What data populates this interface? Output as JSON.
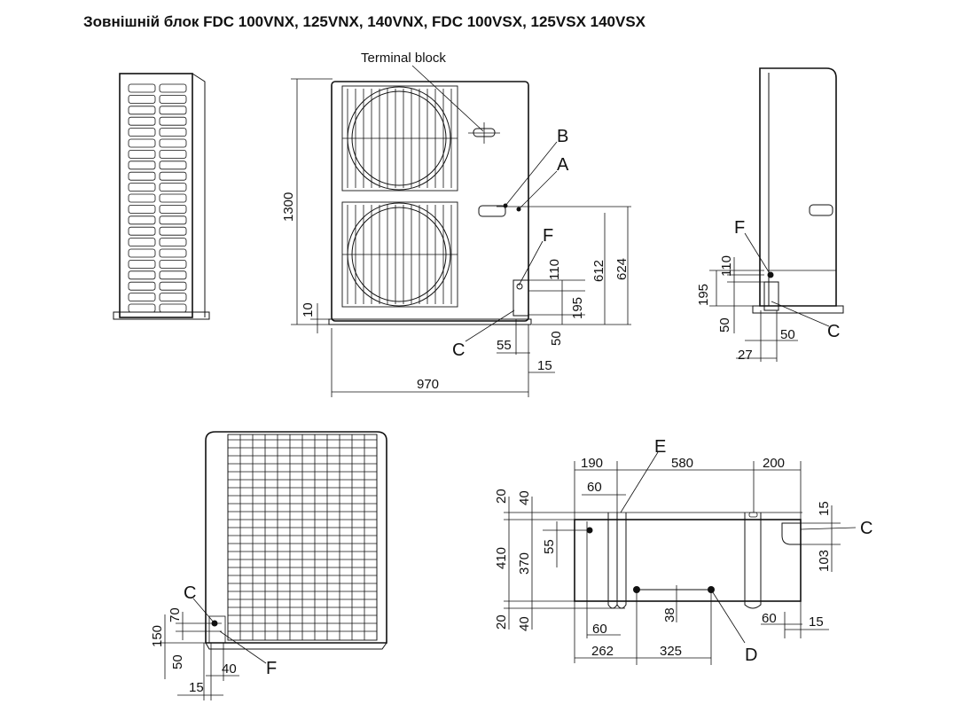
{
  "title": "Зовнішній блок FDC 100VNX, 125VNX, 140VNX, FDC 100VSX, 125VSX 140VSX",
  "labels": {
    "terminal_block": "Terminal block",
    "A": "A",
    "B": "B",
    "C": "C",
    "D": "D",
    "E": "E",
    "F": "F"
  },
  "front_view": {
    "height": "1300",
    "h624": "624",
    "h612": "612",
    "h110": "110",
    "h195": "195",
    "h10": "10",
    "h50": "50",
    "w55": "55",
    "w15": "15",
    "width": "970"
  },
  "side_view": {
    "h110": "110",
    "h195": "195",
    "h50": "50",
    "w50": "50",
    "w27": "27"
  },
  "back_view": {
    "h70": "70",
    "h150": "150",
    "h50": "50",
    "w40": "40",
    "w15": "15"
  },
  "base_view": {
    "w190": "190",
    "w580": "580",
    "w200": "200",
    "w60_top": "60",
    "h20_top": "20",
    "h40_top": "40",
    "h410": "410",
    "h370": "370",
    "h55": "55",
    "h20_bot": "20",
    "h40_bot": "40",
    "w60_bot": "60",
    "w262": "262",
    "w325": "325",
    "h38": "38",
    "w60_right": "60",
    "w15_right": "15",
    "h15_right": "15",
    "h103": "103"
  }
}
